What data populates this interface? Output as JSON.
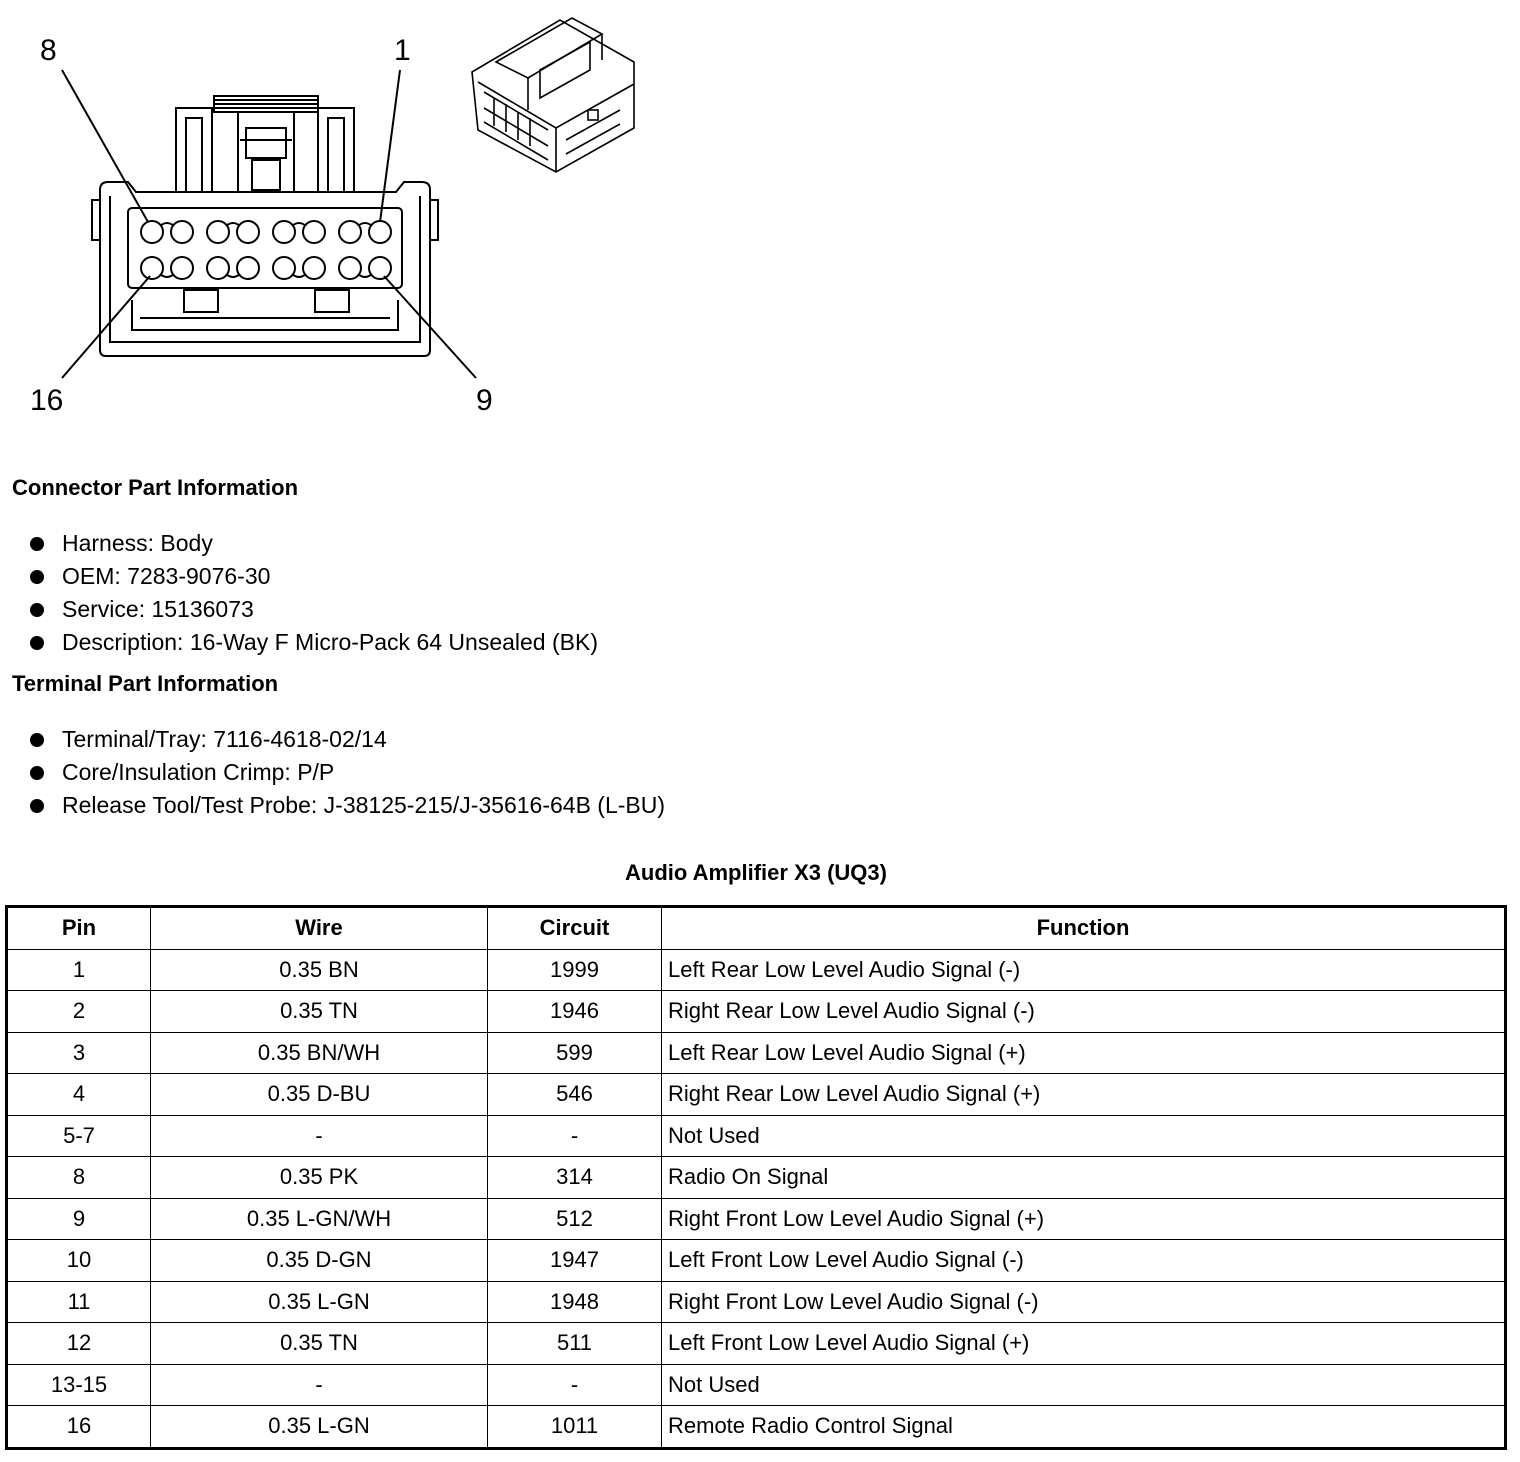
{
  "connector_view": {
    "pin_labels": {
      "top_left": "8",
      "top_right": "1",
      "bottom_left": "16",
      "bottom_right": "9"
    }
  },
  "connector_info": {
    "title": "Connector Part Information",
    "items": [
      "Harness: Body",
      "OEM: 7283-9076-30",
      "Service: 15136073",
      "Description: 16-Way F Micro-Pack 64 Unsealed (BK)"
    ]
  },
  "terminal_info": {
    "title": "Terminal Part Information",
    "items": [
      "Terminal/Tray: 7116-4618-02/14",
      "Core/Insulation Crimp: P/P",
      "Release Tool/Test Probe: J-38125-215/J-35616-64B (L-BU)"
    ]
  },
  "table": {
    "title": "Audio Amplifier X3 (UQ3)",
    "headers": [
      "Pin",
      "Wire",
      "Circuit",
      "Function"
    ],
    "rows": [
      [
        "1",
        "0.35 BN",
        "1999",
        "Left Rear Low Level Audio Signal (-)"
      ],
      [
        "2",
        "0.35 TN",
        "1946",
        "Right Rear Low Level Audio Signal (-)"
      ],
      [
        "3",
        "0.35 BN/WH",
        "599",
        "Left Rear Low Level Audio Signal (+)"
      ],
      [
        "4",
        "0.35 D-BU",
        "546",
        "Right Rear Low Level Audio Signal (+)"
      ],
      [
        "5-7",
        "-",
        "-",
        "Not Used"
      ],
      [
        "8",
        "0.35 PK",
        "314",
        "Radio On Signal"
      ],
      [
        "9",
        "0.35 L-GN/WH",
        "512",
        "Right Front Low Level Audio Signal (+)"
      ],
      [
        "10",
        "0.35 D-GN",
        "1947",
        "Left Front Low Level Audio Signal (-)"
      ],
      [
        "11",
        "0.35 L-GN",
        "1948",
        "Right Front Low Level Audio Signal (-)"
      ],
      [
        "12",
        "0.35 TN",
        "511",
        "Left Front Low Level Audio Signal (+)"
      ],
      [
        "13-15",
        "-",
        "-",
        "Not Used"
      ],
      [
        "16",
        "0.35 L-GN",
        "1011",
        "Remote Radio Control Signal"
      ]
    ]
  }
}
